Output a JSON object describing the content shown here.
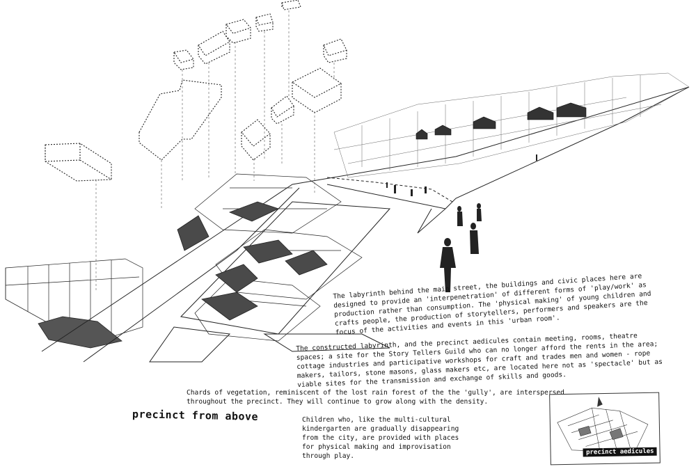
{
  "paragraphs": {
    "labyrinth": "The labyrinth behind the main street, the buildings and civic places here are designed to provide an 'interpenetration' of different forms of 'play/work' as production rather than consumption. The 'physical making' of young children and crafts people, the production of storytellers, performers and speakers are the focus of the activities and events in this 'urban room'.",
    "constructed": "The constructed labyrinth, and the precinct aedicules contain meeting, rooms, theatre spaces; a site for the Story Tellers Guild who can no longer afford the rents in the area; cottage industries and participative workshops for craft and trades men and women - rope makers, tailors, stone masons, glass makers etc, are located here not as 'spectacle' but as viable sites for the transmission and exchange of skills and goods.",
    "vegetation": "Chards of vegetation, reminiscent of the lost rain forest of the the 'gully', are interspersed throughout the precinct. They will continue to grow along with the density.",
    "children": "Children who, like the multi-cultural kindergarten are gradually disappearing from the city, are provided with places for physical making and improvisation through play."
  },
  "title": "precinct from above",
  "inset": {
    "label": "precinct aedicules"
  },
  "colors": {
    "ink": "#111111",
    "shade": "#4a4a4a",
    "paper": "#ffffff"
  }
}
